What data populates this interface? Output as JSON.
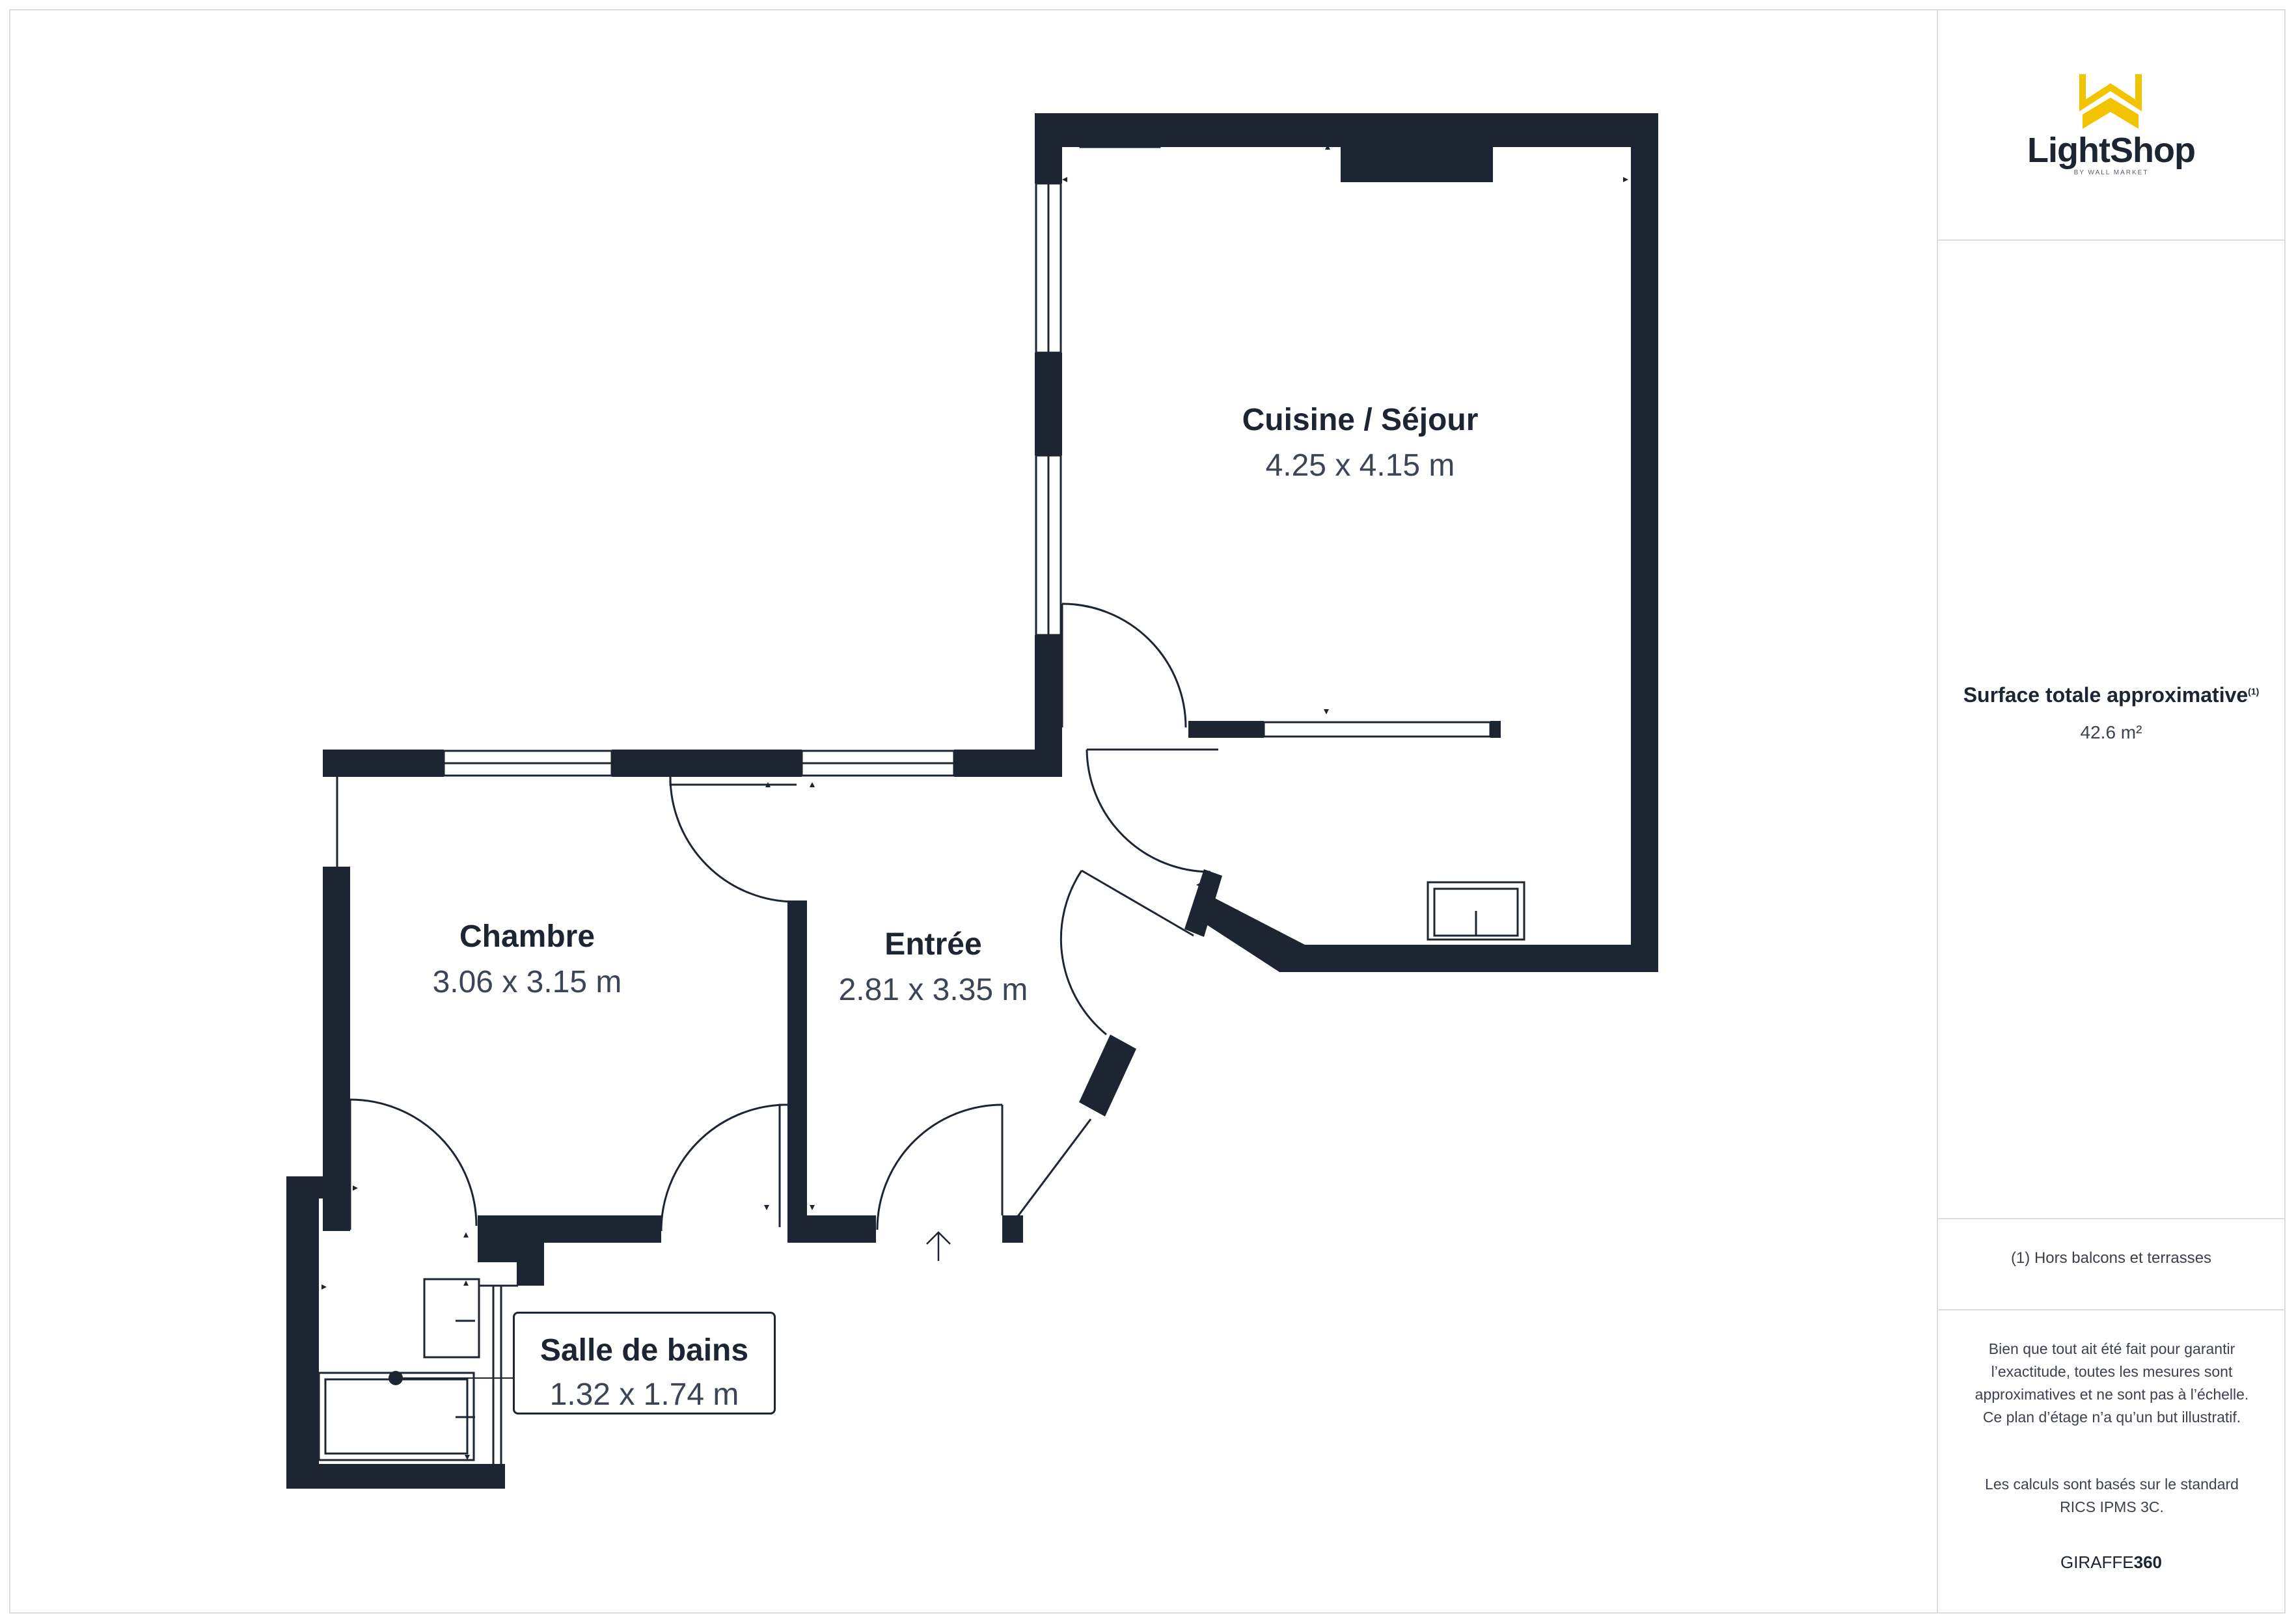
{
  "rooms": {
    "cuisine": {
      "name": "Cuisine / Séjour",
      "dims": "4.25 x 4.15 m"
    },
    "chambre": {
      "name": "Chambre",
      "dims": "3.06 x 3.15 m"
    },
    "entree": {
      "name": "Entrée",
      "dims": "2.81 x 3.35 m"
    },
    "sdb": {
      "name": "Salle de bains",
      "dims": "1.32 x 1.74 m"
    }
  },
  "panel": {
    "logo_word": "LightShop",
    "logo_sub": "BY WALL MARKET",
    "total_title": "Surface totale approximative",
    "total_marker": "(1)",
    "total_value": "42.6 m²",
    "footnote": "(1) Hors balcons et terrasses",
    "disclaimer": "Bien que tout ait été fait pour garantir l’exactitude, toutes les mesures sont approximatives et ne sont pas à l’échelle. Ce plan d’étage n’a qu’un but illustratif.",
    "standard": "Les calculs sont basés sur le standard RICS IPMS 3C.",
    "brand_light": "GIRAFFE",
    "brand_bold": "360"
  },
  "colors": {
    "wall": "#1d2532",
    "accent": "#f2c400",
    "border": "#dcdde0"
  }
}
